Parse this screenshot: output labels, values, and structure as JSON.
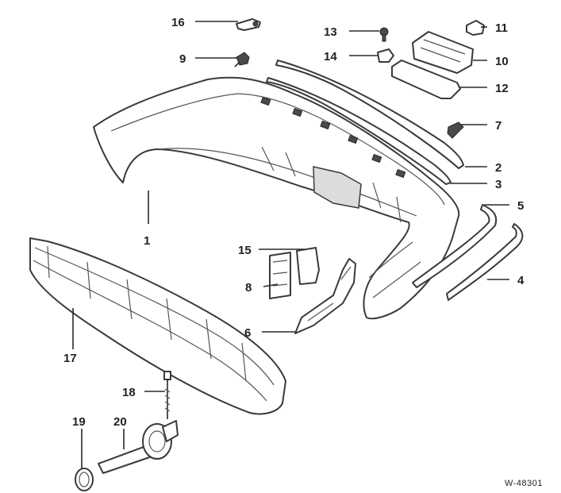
{
  "diagram": {
    "reference_code": "W-48301",
    "callouts": {
      "c1": "1",
      "c2": "2",
      "c3": "3",
      "c4": "4",
      "c5": "5",
      "c6": "6",
      "c7": "7",
      "c8": "8",
      "c9": "9",
      "c10": "10",
      "c11": "11",
      "c12": "12",
      "c13": "13",
      "c14": "14",
      "c15": "15",
      "c16": "16",
      "c17": "17",
      "c18": "18",
      "c19": "19",
      "c20": "20"
    }
  }
}
